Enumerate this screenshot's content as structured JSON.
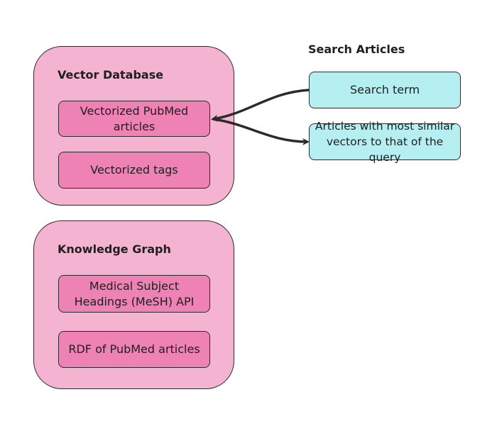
{
  "vector_database": {
    "title": "Vector Database",
    "items": [
      "Vectorized PubMed articles",
      "Vectorized tags"
    ]
  },
  "knowledge_graph": {
    "title": "Knowledge Graph",
    "items": [
      "Medical Subject Headings (MeSH) API",
      "RDF of PubMed articles"
    ]
  },
  "search": {
    "title": "Search Articles",
    "query_label": "Search term",
    "result_label": "Articles with most similar vectors to that of the query"
  },
  "colors": {
    "group_fill": "#f5b3d2",
    "box_fill": "#ee82b4",
    "search_fill": "#b5eff2",
    "stroke": "#2b2b2b"
  }
}
